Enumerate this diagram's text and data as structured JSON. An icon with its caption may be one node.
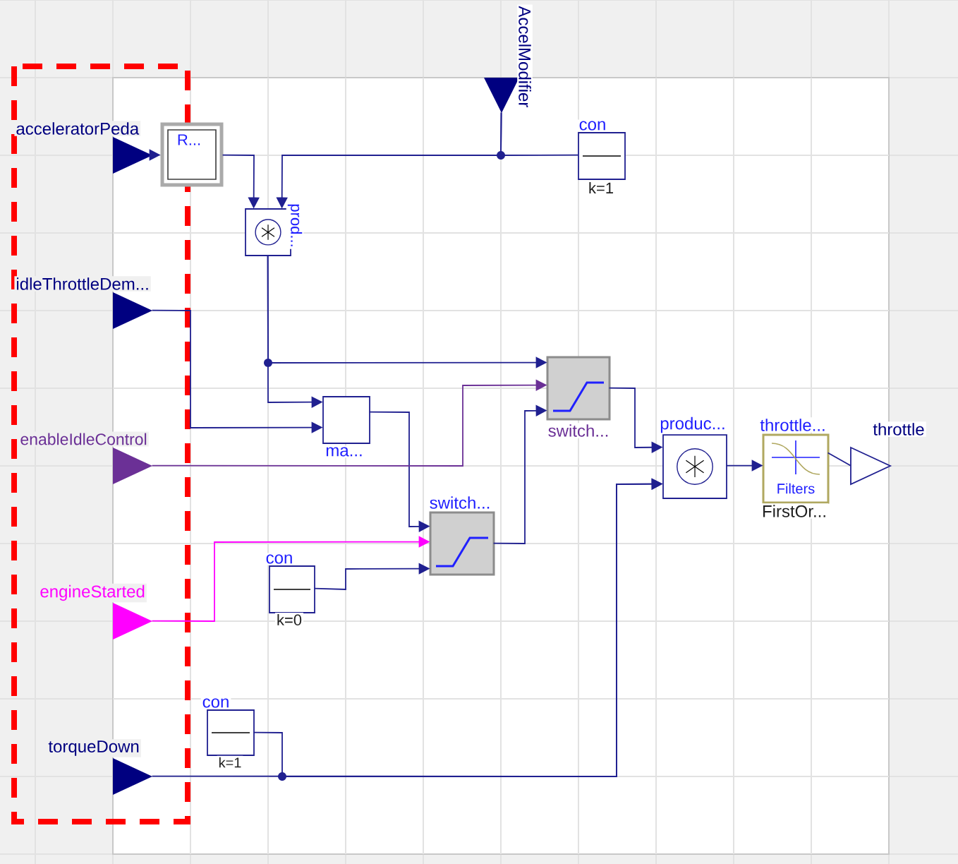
{
  "diagram": {
    "nodes": [
      {
        "text": [
          "acceleratorPeda"
        ]
      },
      {
        "text": [
          "R..."
        ]
      },
      {
        "text": [
          "prod..."
        ]
      },
      {
        "text": [
          "idleThrottleDem..."
        ]
      },
      {
        "text": [
          "AccelModifier"
        ]
      },
      {
        "text": [
          "con",
          "k=1"
        ]
      },
      {
        "text": [
          "ma..."
        ]
      },
      {
        "text": [
          "enableIdleControl"
        ]
      },
      {
        "text": [
          "switch..."
        ]
      },
      {
        "text": [
          "switch..."
        ]
      },
      {
        "text": [
          "engineStarted"
        ]
      },
      {
        "text": [
          "con",
          "k=0"
        ]
      },
      {
        "text": [
          "produc..."
        ]
      },
      {
        "text": [
          "throttle...",
          "Filters",
          "FirstOr..."
        ]
      },
      {
        "text": [
          "throttle"
        ]
      },
      {
        "text": [
          "torqueDown"
        ]
      },
      {
        "text": [
          "con",
          "k=1"
        ]
      }
    ],
    "edges": [
      {
        "from": 0,
        "to": 1,
        "arrow": "to"
      },
      {
        "from": 1,
        "to": 2,
        "arrow": "to"
      },
      {
        "from": 4,
        "to": 2,
        "arrow": "to"
      },
      {
        "from": 4,
        "to": 5,
        "arrow": "none"
      },
      {
        "from": 2,
        "to": 6,
        "arrow": "to"
      },
      {
        "from": 2,
        "to": 8,
        "arrow": "to"
      },
      {
        "from": 3,
        "to": 6,
        "arrow": "to"
      },
      {
        "from": 6,
        "to": 9,
        "arrow": "to"
      },
      {
        "from": 7,
        "to": 8,
        "arrow": "to",
        "color": "#6b3096"
      },
      {
        "from": 10,
        "to": 9,
        "arrow": "to",
        "color": "#ff00ff"
      },
      {
        "from": 11,
        "to": 9,
        "arrow": "to"
      },
      {
        "from": 9,
        "to": 8,
        "arrow": "to"
      },
      {
        "from": 8,
        "to": 12,
        "arrow": "to"
      },
      {
        "from": 15,
        "to": 12,
        "arrow": "to"
      },
      {
        "from": 16,
        "to": 12,
        "arrow": "to"
      },
      {
        "from": 12,
        "to": 13,
        "arrow": "to"
      },
      {
        "from": 13,
        "to": 14,
        "arrow": "none"
      }
    ]
  }
}
